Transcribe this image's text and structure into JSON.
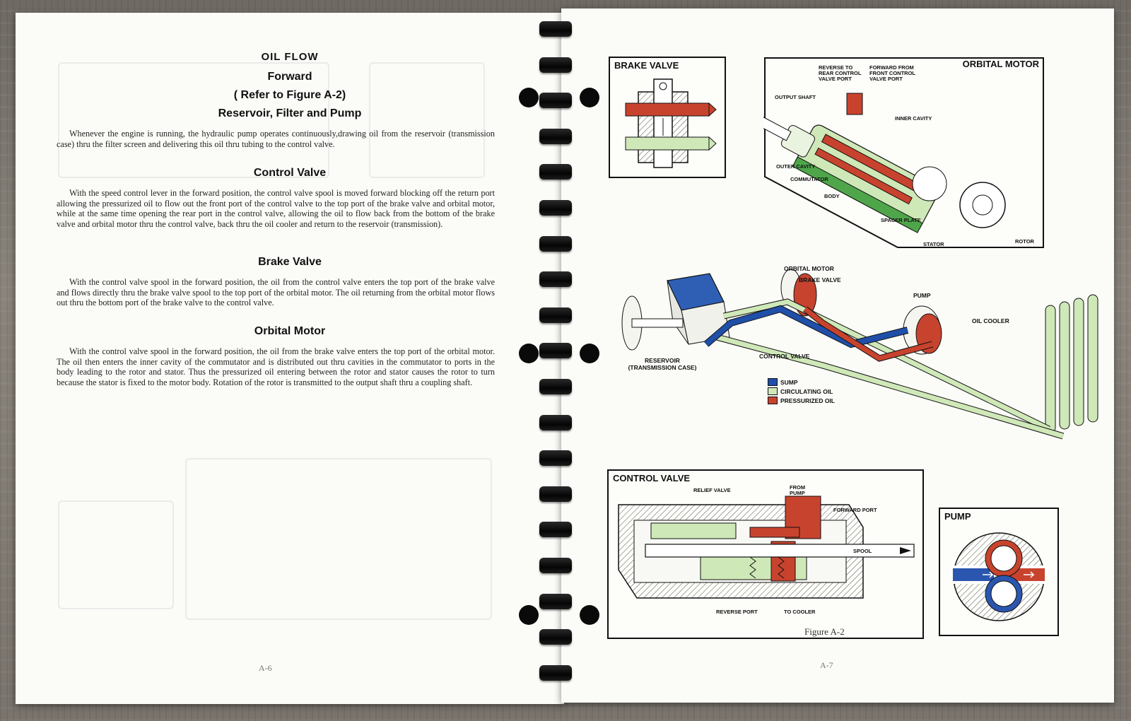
{
  "left_page": {
    "title": "OIL FLOW",
    "subtitle": "Forward",
    "reference": "( Refer to Figure A-2)",
    "sections": [
      {
        "heading": "Reservoir, Filter and Pump",
        "text": "Whenever the engine is running, the hydraulic pump operates continuously,drawing oil from the reservoir (transmission case) thru the filter screen and delivering this oil thru tubing to the control valve."
      },
      {
        "heading": "Control Valve",
        "text": "With the speed control lever in the forward position, the control valve spool is moved forward blocking off the return port allowing the pressurized oil to flow out the front port of the control valve to the top port of the brake valve and orbital motor, while at the same time opening the rear port in the control valve, allowing the oil to flow back from the bottom of the brake valve and orbital motor thru the control valve, back thru the oil cooler and return to the reservoir (transmission)."
      },
      {
        "heading": "Brake Valve",
        "text": "With the control valve spool in the forward position, the oil from the control valve enters the top port of the brake valve and flows directly thru the brake valve spool to the top port of the orbital motor. The oil returning from the orbital motor flows out thru the bottom port of the brake valve to the control valve."
      },
      {
        "heading": "Orbital Motor",
        "text": "With the control valve spool in the forward position, the oil from the brake valve enters the top port of the orbital motor. The oil then enters the inner cavity of the commutator and is distributed out thru cavities in the commutator to ports in the body leading to the rotor and stator. Thus the pressurized oil entering between the rotor and stator causes the rotor to turn because the stator is fixed to the motor body. Rotation of the rotor is transmitted to the output shaft thru a coupling shaft."
      }
    ],
    "page_number": "A-6"
  },
  "right_page": {
    "brake_valve": {
      "title": "BRAKE VALVE"
    },
    "orbital_motor": {
      "title": "ORBITAL MOTOR",
      "labels": {
        "reverse": "REVERSE TO REAR CONTROL VALVE PORT",
        "forward": "FORWARD FROM FRONT CONTROL VALVE PORT",
        "output_shaft": "OUTPUT SHAFT",
        "inner_cavity": "INNER CAVITY",
        "outer_cavity": "OUTER CAVITY",
        "commutator": "COMMUTATOR",
        "body": "BODY",
        "spacer_plate": "SPACER PLATE",
        "stator": "STATOR",
        "rotor": "ROTOR"
      }
    },
    "system": {
      "labels": {
        "orbital_motor": "ORBITAL MOTOR",
        "brake_valve": "BRAKE VALVE",
        "pump": "PUMP",
        "oil_cooler": "OIL COOLER",
        "reservoir": "RESERVOIR (TRANSMISSION CASE)",
        "control_valve": "CONTROL VALVE"
      },
      "legend": [
        {
          "label": "SUMP",
          "color": "#1f4fa8"
        },
        {
          "label": "CIRCULATING OIL",
          "color": "#cfe8b8"
        },
        {
          "label": "PRESSURIZED OIL",
          "color": "#c8432e"
        }
      ]
    },
    "control_valve": {
      "title": "CONTROL VALVE",
      "labels": {
        "relief_valve": "RELIEF VALVE",
        "from_pump": "FROM PUMP",
        "forward_port": "FORWARD PORT",
        "spool": "SPOOL",
        "reverse_port": "REVERSE PORT",
        "to_cooler": "TO COOLER"
      }
    },
    "pump": {
      "title": "PUMP"
    },
    "caption": "Figure A-2",
    "page_number": "A-7"
  },
  "colors": {
    "pressurized": "#c8432e",
    "circulating": "#cfe8b8",
    "sump": "#1f4fa8",
    "gears": "#2b56b0"
  }
}
